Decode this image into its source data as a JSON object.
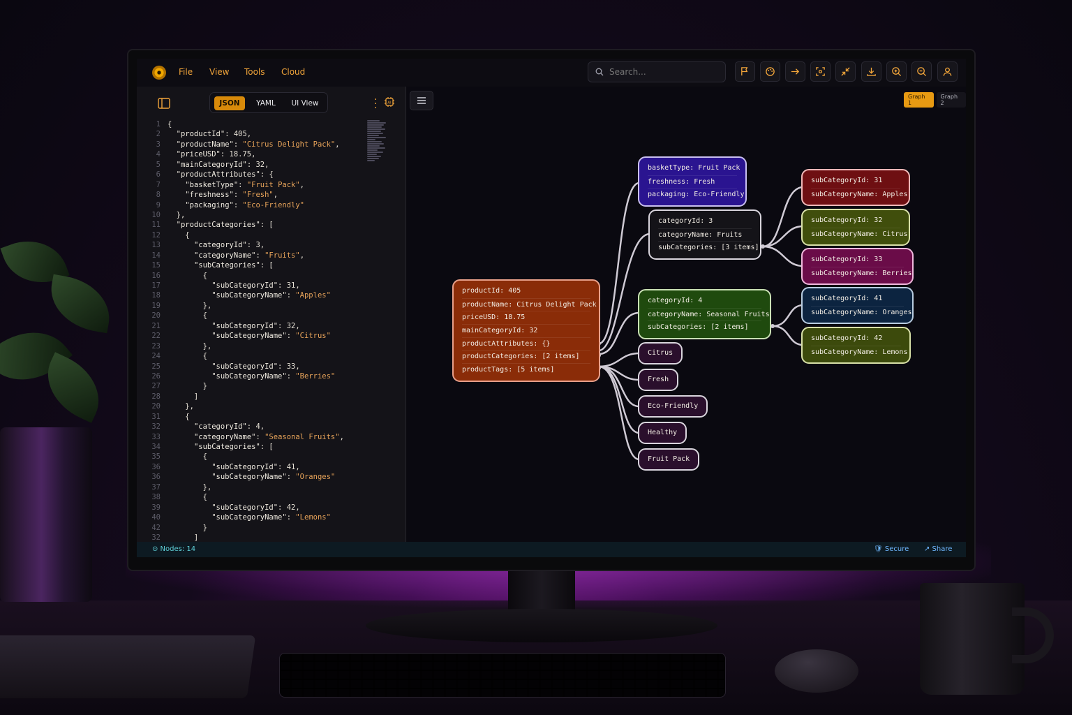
{
  "menu": [
    "File",
    "View",
    "Tools",
    "Cloud"
  ],
  "search": {
    "placeholder": "Search..."
  },
  "toolbar_icons": [
    "flag-icon",
    "palette-icon",
    "arrow-right-icon",
    "focus-icon",
    "collapse-icon",
    "download-icon",
    "zoom-in-icon",
    "zoom-out-icon",
    "user-icon"
  ],
  "formats": {
    "json": "JSON",
    "yaml": "YAML",
    "ui": "UI View",
    "active": "JSON"
  },
  "graph_tabs": {
    "graph1": "Graph 1",
    "graph2": "Graph 2",
    "active": "Graph 1"
  },
  "code_lines": [
    {
      "n": "1",
      "t": "{"
    },
    {
      "n": "2",
      "t": "  \"productId\": 405,"
    },
    {
      "n": "3",
      "t": "  \"productName\": \"Citrus Delight Pack\","
    },
    {
      "n": "4",
      "t": "  \"priceUSD\": 18.75,"
    },
    {
      "n": "5",
      "t": "  \"mainCategoryId\": 32,"
    },
    {
      "n": "6",
      "t": "  \"productAttributes\": {"
    },
    {
      "n": "7",
      "t": "    \"basketType\": \"Fruit Pack\","
    },
    {
      "n": "8",
      "t": "    \"freshness\": \"Fresh\","
    },
    {
      "n": "9",
      "t": "    \"packaging\": \"Eco-Friendly\""
    },
    {
      "n": "10",
      "t": "  },"
    },
    {
      "n": "11",
      "t": "  \"productCategories\": ["
    },
    {
      "n": "12",
      "t": "    {"
    },
    {
      "n": "13",
      "t": "      \"categoryId\": 3,"
    },
    {
      "n": "14",
      "t": "      \"categoryName\": \"Fruits\","
    },
    {
      "n": "15",
      "t": "      \"subCategories\": ["
    },
    {
      "n": "16",
      "t": "        {"
    },
    {
      "n": "17",
      "t": "          \"subCategoryId\": 31,"
    },
    {
      "n": "18",
      "t": "          \"subCategoryName\": \"Apples\""
    },
    {
      "n": "19",
      "t": "        },"
    },
    {
      "n": "20",
      "t": "        {"
    },
    {
      "n": "21",
      "t": "          \"subCategoryId\": 32,"
    },
    {
      "n": "22",
      "t": "          \"subCategoryName\": \"Citrus\""
    },
    {
      "n": "23",
      "t": "        },"
    },
    {
      "n": "24",
      "t": "        {"
    },
    {
      "n": "25",
      "t": "          \"subCategoryId\": 33,"
    },
    {
      "n": "26",
      "t": "          \"subCategoryName\": \"Berries\""
    },
    {
      "n": "27",
      "t": "        }"
    },
    {
      "n": "28",
      "t": "      ]"
    },
    {
      "n": "20",
      "t": "    },"
    },
    {
      "n": "31",
      "t": "    {"
    },
    {
      "n": "32",
      "t": "      \"categoryId\": 4,"
    },
    {
      "n": "33",
      "t": "      \"categoryName\": \"Seasonal Fruits\","
    },
    {
      "n": "34",
      "t": "      \"subCategories\": ["
    },
    {
      "n": "35",
      "t": "        {"
    },
    {
      "n": "36",
      "t": "          \"subCategoryId\": 41,"
    },
    {
      "n": "36",
      "t": "          \"subCategoryName\": \"Oranges\""
    },
    {
      "n": "37",
      "t": "        },"
    },
    {
      "n": "38",
      "t": "        {"
    },
    {
      "n": "39",
      "t": "          \"subCategoryId\": 42,"
    },
    {
      "n": "40",
      "t": "          \"subCategoryName\": \"Lemons\""
    },
    {
      "n": "42",
      "t": "        }"
    },
    {
      "n": "32",
      "t": "      ]"
    }
  ],
  "graph": {
    "root": [
      "productId: 405",
      "productName: Citrus Delight Pack",
      "priceUSD: 18.75",
      "mainCategoryId: 32",
      "productAttributes: {}",
      "productCategories: [2 items]",
      "productTags: [5 items]"
    ],
    "attributes": [
      "basketType: Fruit Pack",
      "freshness: Fresh",
      "packaging: Eco-Friendly"
    ],
    "category1": [
      "categoryId: 3",
      "categoryName: Fruits",
      "subCategories: [3 items]"
    ],
    "category2": [
      "categoryId: 4",
      "categoryName: Seasonal Fruits",
      "subCategories: [2 items]"
    ],
    "sub31": [
      "subCategoryId: 31",
      "subCategoryName: Apples"
    ],
    "sub32": [
      "subCategoryId: 32",
      "subCategoryName: Citrus"
    ],
    "sub33": [
      "subCategoryId: 33",
      "subCategoryName: Berries"
    ],
    "sub41": [
      "subCategoryId: 41",
      "subCategoryName: Oranges"
    ],
    "sub42": [
      "subCategoryId: 42",
      "subCategoryName: Lemons"
    ],
    "tags": [
      "Citrus",
      "Fresh",
      "Eco-Friendly",
      "Healthy",
      "Fruit Pack"
    ]
  },
  "colors": {
    "accent": "#f2a53a",
    "root_node": "#8a2c08",
    "attributes_node": "#2a1490",
    "category1_node": "#141318",
    "category2_node": "#1f4a0e",
    "sub31_node": "#6e0f12",
    "sub32_node": "#404e0c",
    "sub33_node": "#6a0c48",
    "sub41_node": "#0c2440",
    "sub42_node": "#3c4a0c",
    "tag_node": "#2a0f2c"
  },
  "status": {
    "nodes": "⊙ Nodes: 14",
    "secure": "🛡 Secure",
    "share": "↗ Share"
  }
}
